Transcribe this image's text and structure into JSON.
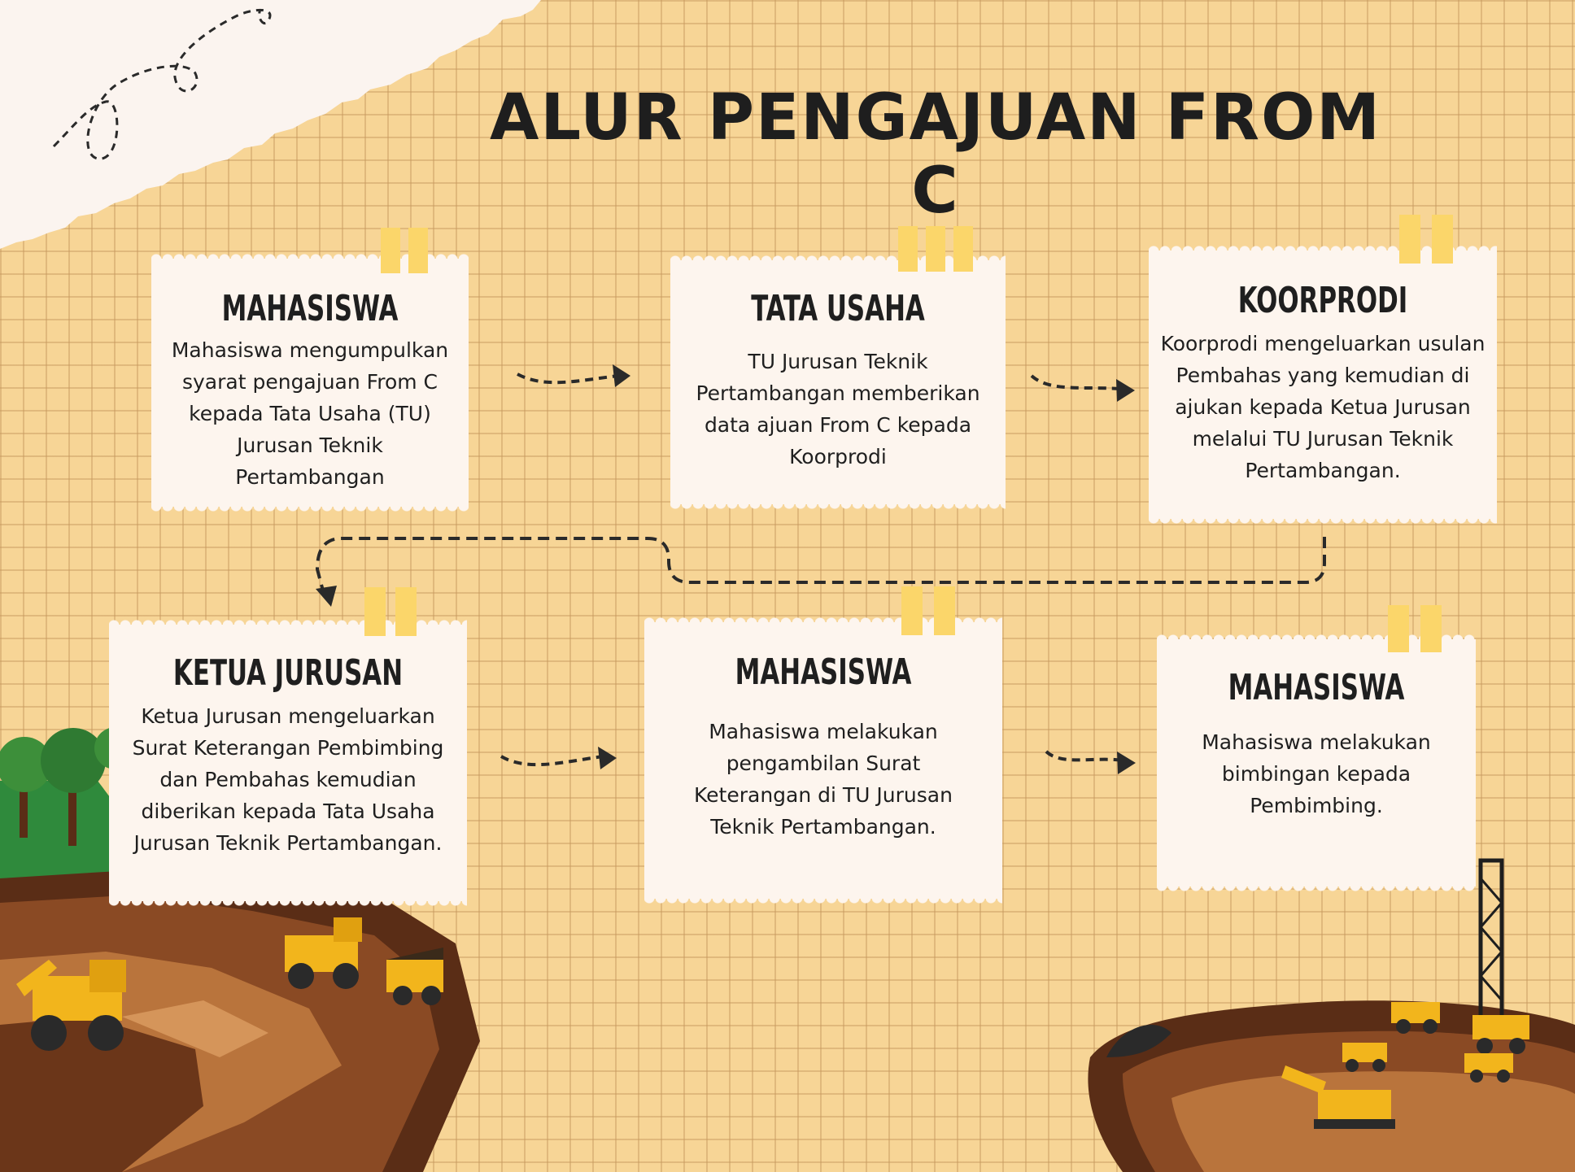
{
  "title": "ALUR PENGAJUAN FROM C",
  "steps": [
    {
      "title": "MAHASISWA",
      "lines": [
        "Mahasiswa mengumpulkan",
        "syarat pengajuan From C",
        "kepada Tata Usaha (TU)",
        "Jurusan Teknik",
        "Pertambangan"
      ]
    },
    {
      "title": "TATA USAHA",
      "lines": [
        "TU Jurusan Teknik",
        "Pertambangan memberikan",
        "data ajuan From C kepada",
        "Koorprodi"
      ]
    },
    {
      "title": "KOORPRODI",
      "lines": [
        "Koorprodi mengeluarkan usulan",
        "Pembahas yang kemudian di",
        "ajukan kepada Ketua Jurusan",
        "melalui TU Jurusan Teknik",
        "Pertambangan."
      ]
    },
    {
      "title": "KETUA JURUSAN",
      "lines": [
        "Ketua Jurusan mengeluarkan",
        "Surat Keterangan Pembimbing",
        "dan Pembahas kemudian",
        "diberikan kepada Tata Usaha",
        "Jurusan Teknik Pertambangan."
      ]
    },
    {
      "title": "MAHASISWA",
      "lines": [
        "Mahasiswa melakukan",
        "pengambilan Surat",
        "Keterangan di TU Jurusan",
        "Teknik Pertambangan."
      ]
    },
    {
      "title": "MAHASISWA",
      "lines": [
        "Mahasiswa melakukan",
        "bimbingan kepada",
        "Pembimbing."
      ]
    }
  ],
  "colors": {
    "background": "#f7d596",
    "card": "#fdf5ee",
    "tape": "#fbd66a",
    "text": "#1f1f1f",
    "soil_dark": "#5a2d16",
    "soil": "#8a4a24",
    "soil_light": "#b9743c",
    "grass": "#2f8a3c",
    "tree": "#3d8f3a",
    "machine": "#f2b51c"
  },
  "icons": [
    "dashed-arrow-icon",
    "mining-landscape-left",
    "mining-landscape-right",
    "drill-rig-icon",
    "excavator-icon",
    "dump-truck-icon",
    "tree-icon"
  ]
}
